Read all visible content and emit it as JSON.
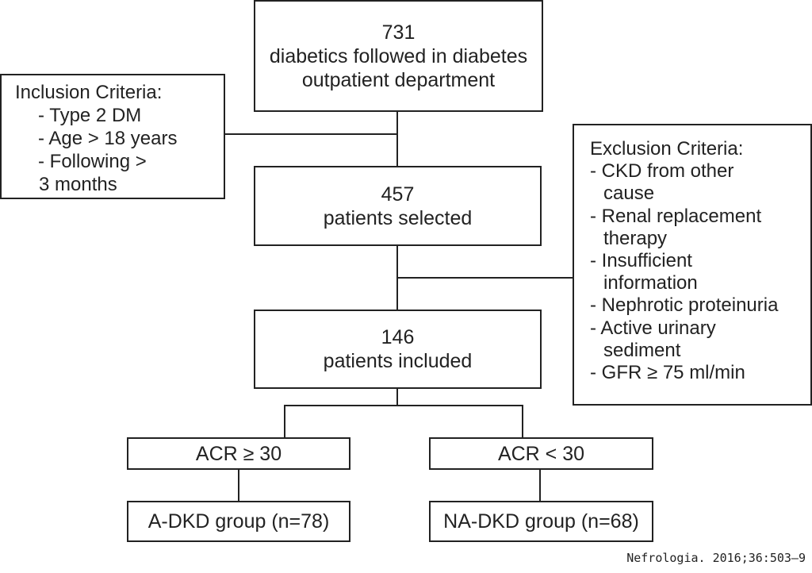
{
  "colors": {
    "line": "#222222",
    "background": "#ffffff"
  },
  "top_box": {
    "count": "731",
    "line1": "diabetics followed in diabetes",
    "line2": "outpatient department"
  },
  "selected_box": {
    "count": "457",
    "label": "patients selected"
  },
  "included_box": {
    "count": "146",
    "label": "patients included"
  },
  "inclusion": {
    "title": "Inclusion Criteria:",
    "items": [
      "- Type 2 DM",
      "- Age > 18 years",
      "- Following >"
    ],
    "continuation": "3 months"
  },
  "exclusion": {
    "title": "Exclusion Criteria:",
    "lines": [
      "- CKD from other",
      "cause",
      "- Renal replacement",
      "therapy",
      "- Insufficient",
      "information",
      "- Nephrotic proteinuria",
      "- Active urinary",
      "sediment",
      "- GFR ≥ 75 ml/min"
    ]
  },
  "left_branch": {
    "criterion": "ACR ≥ 30",
    "group": "A-DKD group (n=78)"
  },
  "right_branch": {
    "criterion": "ACR < 30",
    "group": "NA-DKD group (n=68)"
  },
  "footer": "Nefrologia. 2016;36:503–9"
}
